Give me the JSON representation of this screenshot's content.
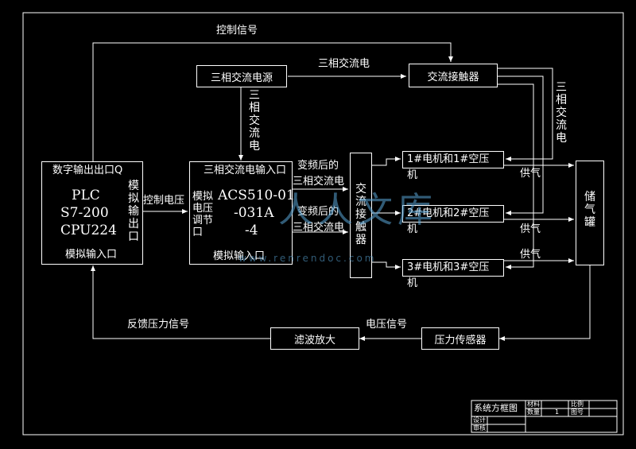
{
  "signals": {
    "control_signal": "控制信号",
    "three_phase_ac": "三相交流电",
    "three_phase_ac_vertical": "三相交流电",
    "three_phase_ac_vertical_right": "三相交流电",
    "control_voltage": "控制电压",
    "freq_converted_1a": "变频后的",
    "freq_converted_1b": "三相交流电",
    "freq_converted_2a": "变频后的",
    "freq_converted_2b": "三相交流电",
    "gas_supply_1": "供气",
    "gas_supply_2": "供气",
    "gas_supply_3": "供气",
    "feedback_pressure": "反馈压力信号",
    "voltage_signal": "电压信号"
  },
  "blocks": {
    "power_source": "三相交流电源",
    "ac_contactor_top": "交流接触器",
    "plc": {
      "digital_out": "数字输出出口Q",
      "line1": "PLC",
      "line2": "S7-200",
      "line3": "CPU224",
      "analog_out": "模拟输出口",
      "analog_in": "模拟输入口"
    },
    "inverter": {
      "ac_input": "三相交流电输入口",
      "analog_adj": "模拟电压调节口",
      "model_line1": "ACS510-01",
      "model_line2": "-031A",
      "model_line3": "-4",
      "analog_in": "模拟输入口"
    },
    "ac_contactor_mid": "交流接触器",
    "motor1_line1": "1#电机和1#空压",
    "motor1_line2": "机",
    "motor2_line1": "2#电机和2#空压",
    "motor2_line2": "机",
    "motor3_line1": "3#电机和3#空压",
    "motor3_line2": "机",
    "tank": "储气罐",
    "pressure_sensor": "压力传感器",
    "filter_amp": "滤波放大"
  },
  "title_block": {
    "name": "系统方框图",
    "material": "材料",
    "quantity": "数量",
    "scale": "比例",
    "qty_value": "1",
    "drawing_no": "图号",
    "designer": "设计",
    "reviewer": "审核"
  },
  "watermark": {
    "text": "人人文库",
    "url": "www.renrendoc.com"
  }
}
